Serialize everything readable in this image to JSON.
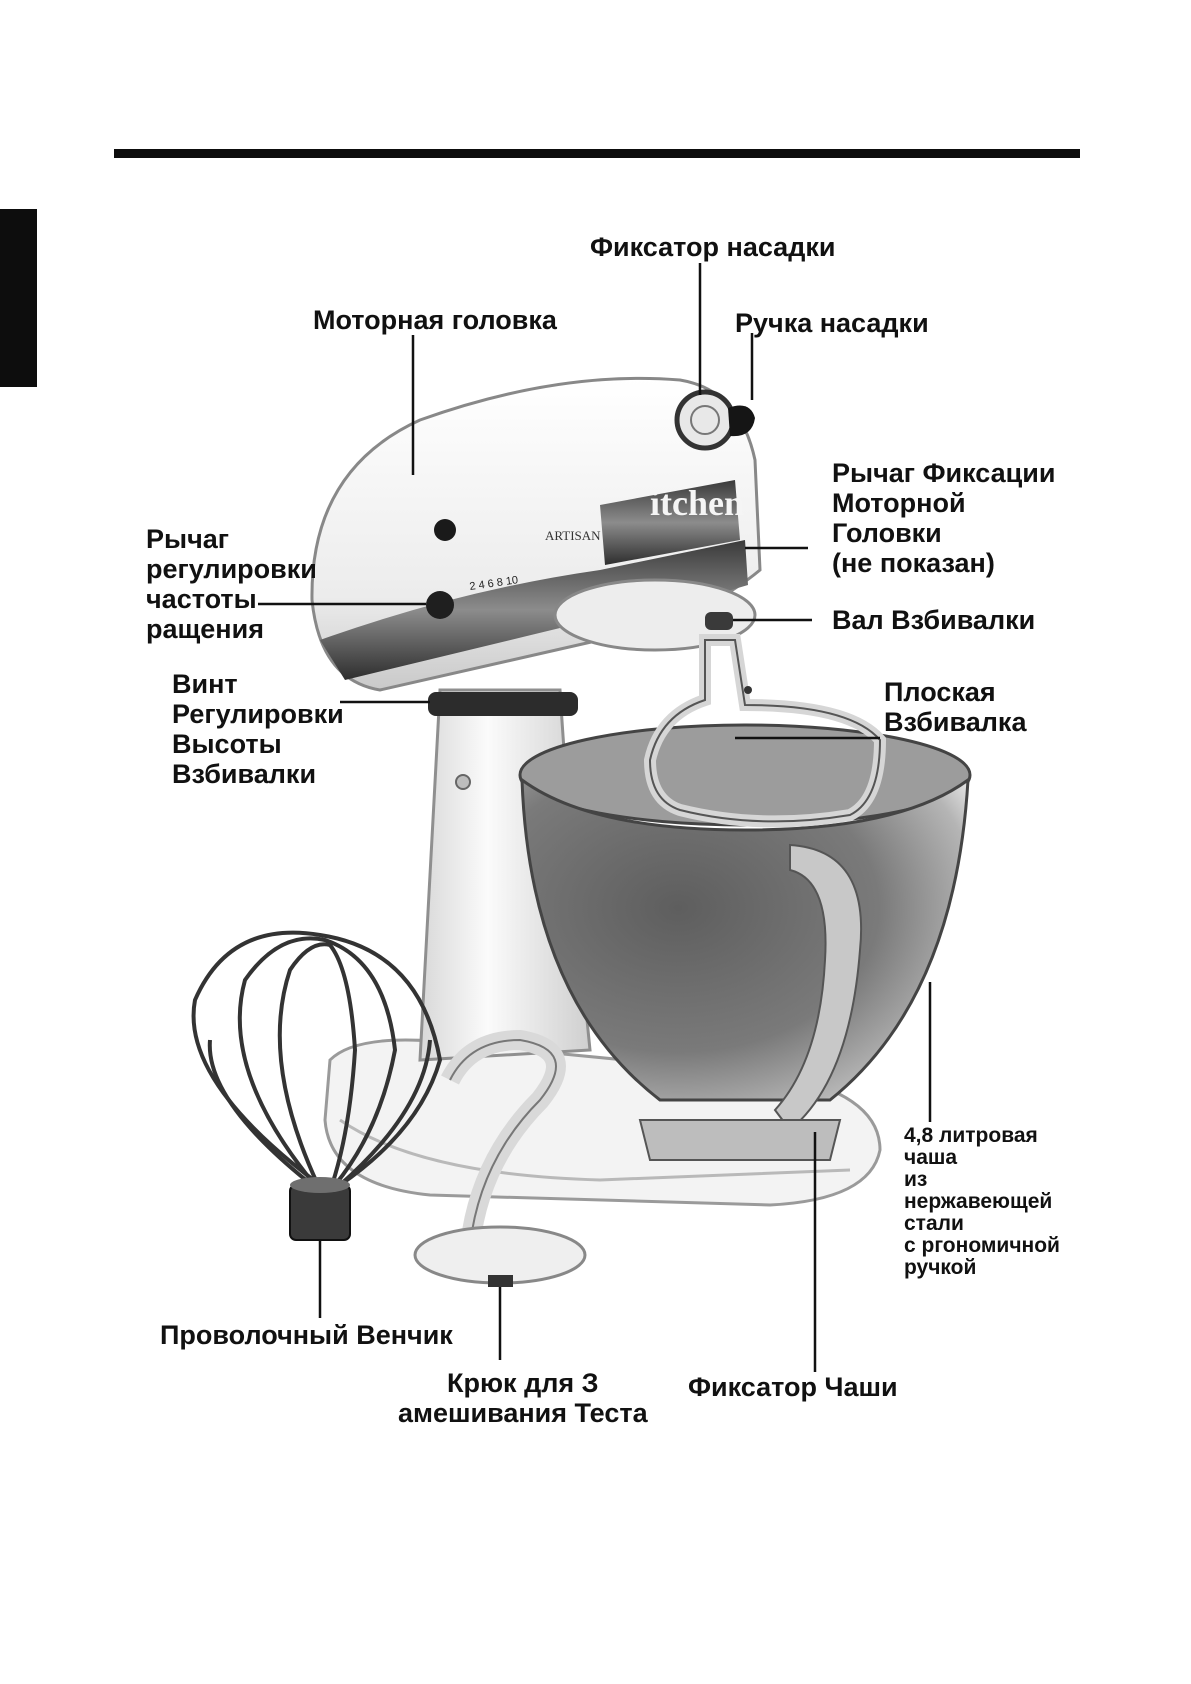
{
  "labels": {
    "attachment_hub_knob": "Фиксатор насадки",
    "motor_head": "Моторная головка",
    "attachment_hub_handle": "Ручка насадки",
    "head_lock_lever": "Рычаг Фиксации\nМоторной\nГоловки\n(не показан)",
    "speed_control_lever": "Рычаг\nрегулировки\nчастоты\nращения",
    "beater_shaft": "Вал Взбивалки",
    "height_adjust_screw": "Винт\nРегулировки\nВысоты\nВзбивалки",
    "flat_beater": "Плоская\n Взбивалка",
    "bowl": "4,8 литровая\nчаша\nиз\nнержавеющей\nстали\nс ргономичной\nручкой",
    "wire_whip": "Проволочный Венчик",
    "dough_hook": "Крюк для З\nамешивания Теста",
    "bowl_clamp": "Фиксатор Чаши"
  },
  "dial_marks": "2 4 6 8 10",
  "brand_text": "itchen",
  "model_text": "ARTISAN",
  "colors": {
    "ink": "#111111",
    "rule": "#0d0d0d",
    "metal_dark": "#6b6b6b",
    "metal_light": "#d6d6d6",
    "body": "#f2f2f2"
  }
}
